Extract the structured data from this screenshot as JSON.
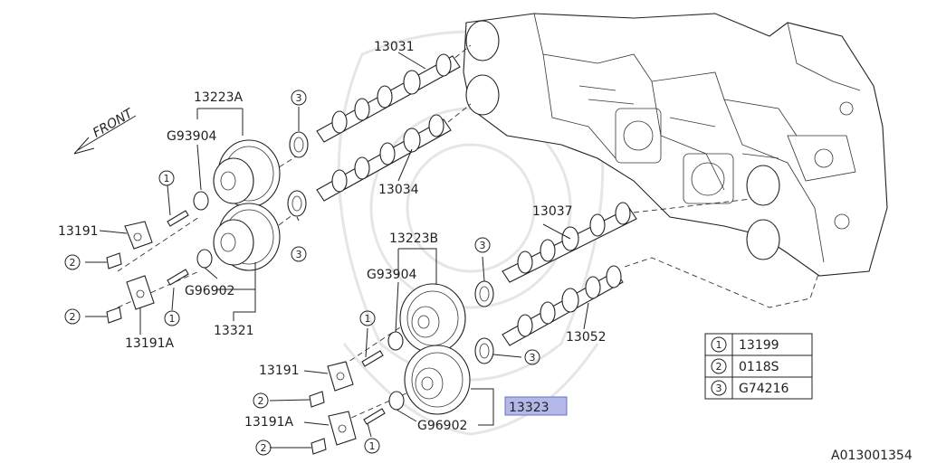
{
  "diagram": {
    "front_label": "FRONT",
    "parts": {
      "p13031": "13031",
      "p13223A": "13223A",
      "pG93904a": "G93904",
      "p13034": "13034",
      "p13191a": "13191",
      "pG96902a": "G96902",
      "p13321": "13321",
      "p13191Aa": "13191A",
      "p13037": "13037",
      "p13223B": "13223B",
      "pG93904b": "G93904",
      "p13052": "13052",
      "p13191b": "13191",
      "p13191Ab": "13191A",
      "pG96902b": "G96902",
      "p13323": "13323"
    },
    "callouts": {
      "one": "1",
      "two": "2",
      "three": "3"
    },
    "legend": [
      {
        "num": "1",
        "part": "13199"
      },
      {
        "num": "2",
        "part": "0118S"
      },
      {
        "num": "3",
        "part": "G74216"
      }
    ],
    "ref_code": "A013001354",
    "highlight_color": "#b3b8e8"
  }
}
